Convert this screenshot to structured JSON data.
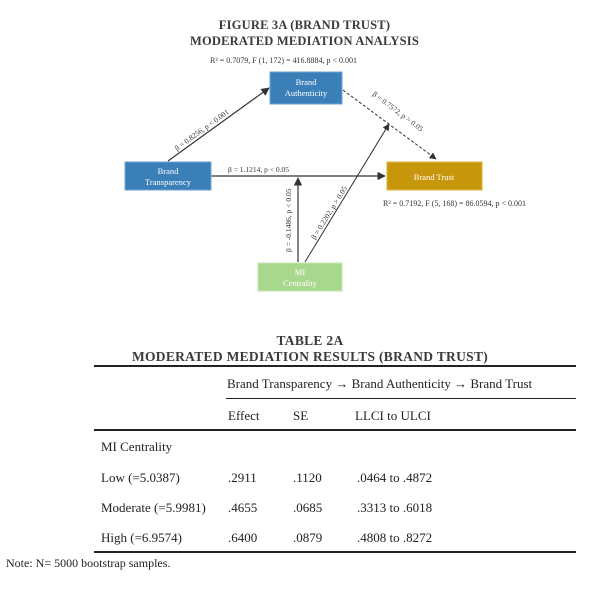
{
  "figure": {
    "title_line1": "FIGURE 3A (BRAND TRUST)",
    "title_line2": "MODERATED MEDIATION ANALYSIS",
    "top_stat": "R² = 0.7079, F (1, 172) = 416.8884, p < 0.001",
    "right_stat": "R² = 0.7192, F (5, 168) = 86.0594, p < 0.001",
    "colors": {
      "blue": "#3a7fb8",
      "gold": "#c8960a",
      "green": "#a8d88e"
    },
    "nodes": {
      "authenticity": [
        "Brand",
        "Authenticity"
      ],
      "transparency": [
        "Brand",
        "Transparency"
      ],
      "trust": [
        "Brand Trust"
      ],
      "centrality": [
        "MI",
        "Centrality"
      ]
    },
    "paths": {
      "a": "β = 0.8256, p < 0.001",
      "b": "β = 0.7572, p > 0.05",
      "c": "β = 1.1214, p < 0.05",
      "mod_c": "β = -0.1486, p < 0.05",
      "mod_b": "β = 0.2202, p > 0.05"
    }
  },
  "table": {
    "title_line1": "TABLE 2A",
    "title_line2": "MODERATED MEDIATION RESULTS (BRAND TRUST)",
    "path_header": "Brand Transparency → Brand Authenticity → Brand Trust",
    "columns": [
      "Effect",
      "SE",
      "LLCI to ULCI"
    ],
    "group_label": "MI Centrality",
    "rows": [
      {
        "label": "Low (=5.0387)",
        "effect": ".2911",
        "se": ".1120",
        "ci": ".0464 to .4872"
      },
      {
        "label": "Moderate (=5.9981)",
        "effect": ".4655",
        "se": ".0685",
        "ci": ".3313 to .6018"
      },
      {
        "label": "High (=6.9574)",
        "effect": ".6400",
        "se": ".0879",
        "ci": ".4808 to .8272"
      }
    ]
  },
  "note": "Note: N= 5000 bootstrap samples."
}
